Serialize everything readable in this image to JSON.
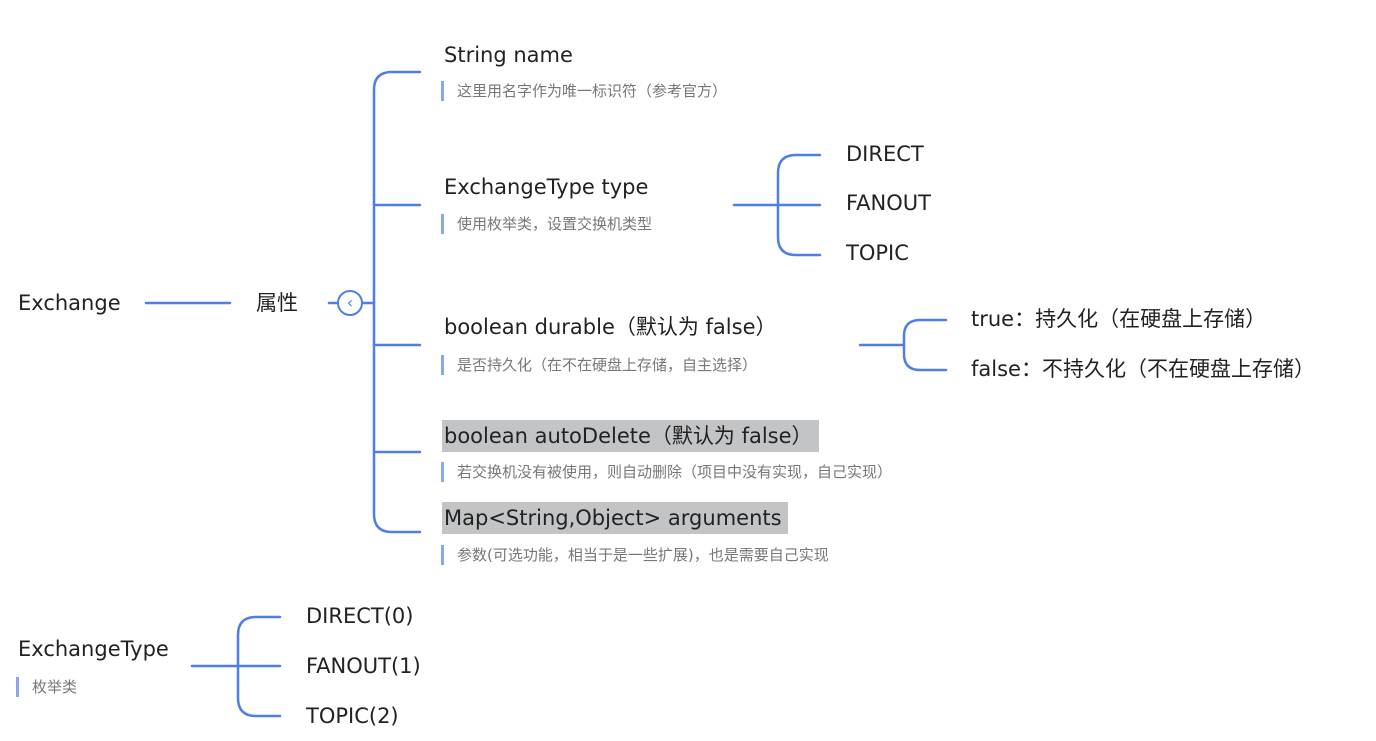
{
  "exchange": {
    "root": "Exchange",
    "attrs_label": "属性",
    "collapse_icon": "chevron-left",
    "line_color": "#4f7fe6",
    "fields": [
      {
        "label": "String name",
        "note": "这里用名字作为唯一标识符（参考官方）"
      },
      {
        "label": "ExchangeType type",
        "note": "使用枚举类，设置交换机类型",
        "children": [
          "DIRECT",
          "FANOUT",
          "TOPIC"
        ]
      },
      {
        "label": "boolean durable（默认为 false）",
        "note": "是否持久化（在不在硬盘上存储，自主选择）",
        "children": [
          "true：持久化（在硬盘上存储）",
          "false：不持久化（不在硬盘上存储）"
        ]
      },
      {
        "label": "boolean  autoDelete（默认为 false）",
        "note": "若交换机没有被使用，则自动删除（项目中没有实现，自己实现）",
        "highlighted": true
      },
      {
        "label": "Map<String,Object> arguments",
        "note": "参数(可选功能，相当于是一些扩展)，也是需要自己实现",
        "highlighted": true
      }
    ]
  },
  "exchange_type": {
    "root": "ExchangeType",
    "note": "枚举类",
    "children": [
      "DIRECT(0)",
      "FANOUT(1)",
      "TOPIC(2)"
    ]
  }
}
